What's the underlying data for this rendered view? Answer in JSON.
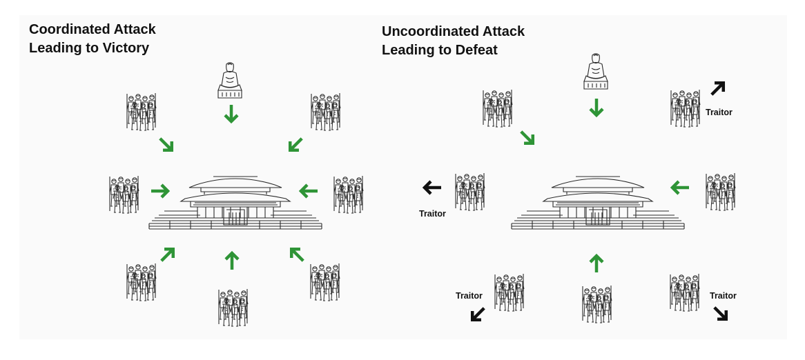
{
  "colors": {
    "accent_green": "#2e9436",
    "traitor_black": "#111111",
    "line_art": "#2a2a2a"
  },
  "left_panel": {
    "title_line1": "Coordinated Attack",
    "title_line2": "Leading to Victory",
    "center_icon": "palace-icon",
    "units": [
      {
        "role": "general",
        "icon": "general-icon",
        "arrow": "down-arrow-icon"
      },
      {
        "role": "army",
        "icon": "soldiers-icon",
        "arrow": "down-right-arrow-icon"
      },
      {
        "role": "army",
        "icon": "soldiers-icon",
        "arrow": "down-left-arrow-icon"
      },
      {
        "role": "army",
        "icon": "soldiers-icon",
        "arrow": "right-arrow-icon"
      },
      {
        "role": "army",
        "icon": "soldiers-icon",
        "arrow": "left-arrow-icon"
      },
      {
        "role": "army",
        "icon": "soldiers-icon",
        "arrow": "up-right-arrow-icon"
      },
      {
        "role": "army",
        "icon": "soldiers-icon",
        "arrow": "up-arrow-icon"
      },
      {
        "role": "army",
        "icon": "soldiers-icon",
        "arrow": "up-left-arrow-icon"
      }
    ]
  },
  "right_panel": {
    "title_line1": "Uncoordinated Attack",
    "title_line2": "Leading to Defeat",
    "center_icon": "palace-icon",
    "traitor_label": "Traitor"
  }
}
